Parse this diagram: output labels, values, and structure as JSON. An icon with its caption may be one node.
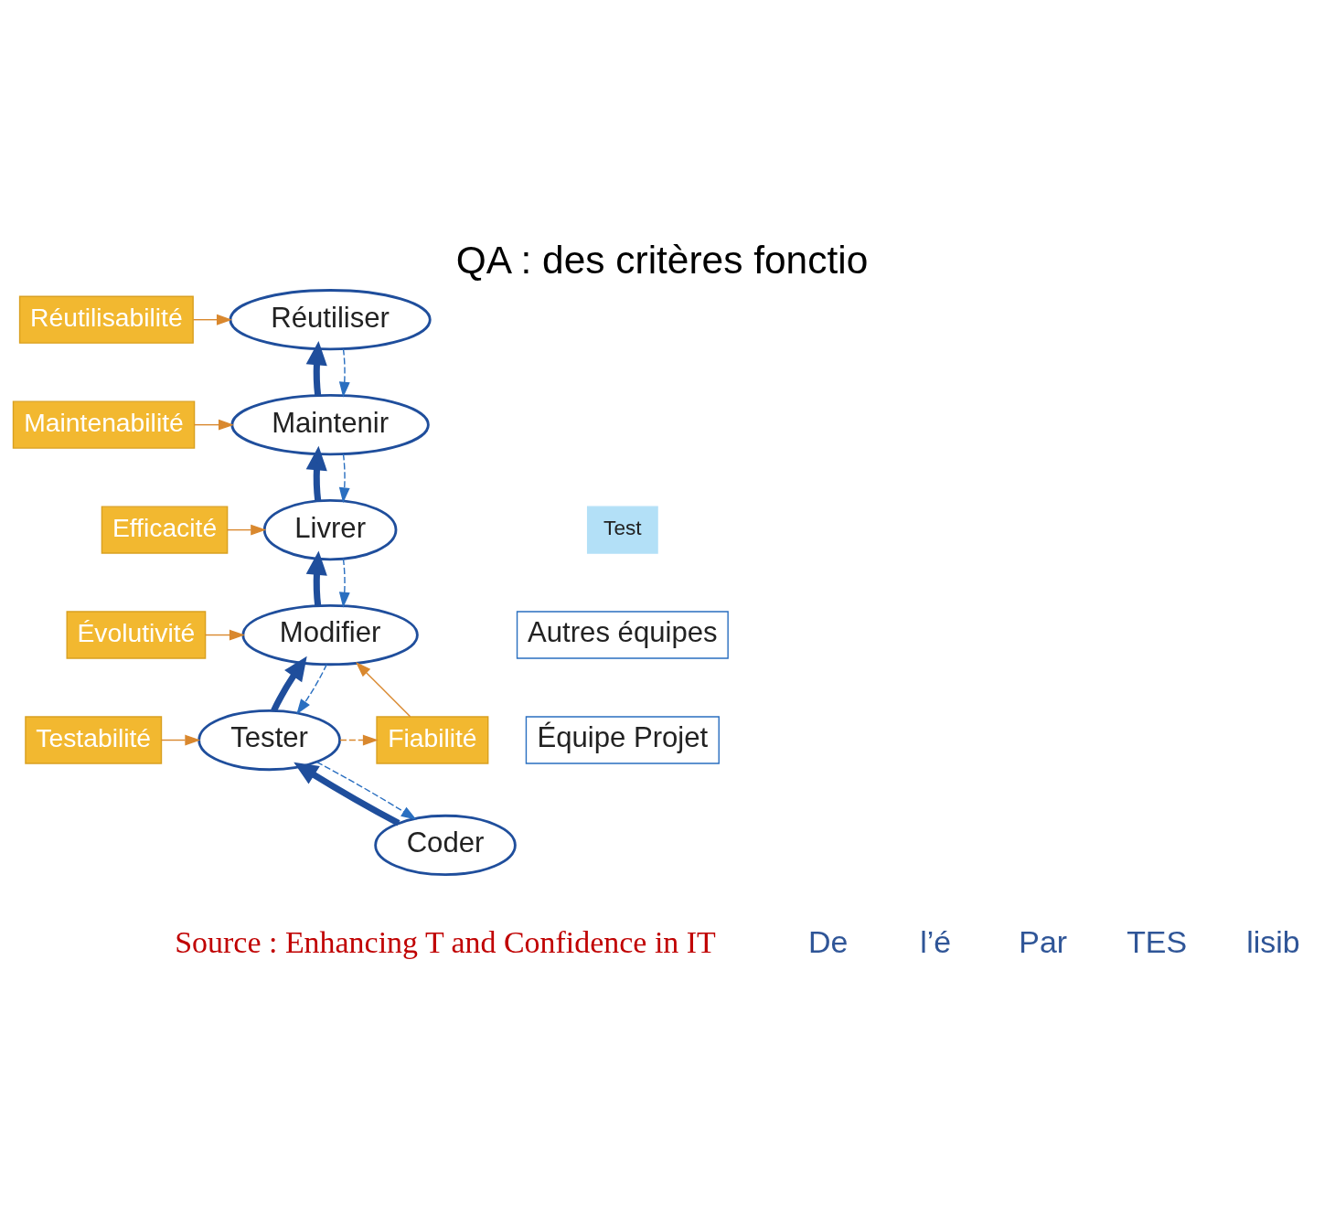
{
  "diagram": {
    "title": "QA : des critères fonctio",
    "caption": "Source : Enhancing T and Confidence in IT",
    "nodes": [
      {
        "text": [
          "Coder"
        ]
      },
      {
        "text": [
          "Tester"
        ]
      },
      {
        "text": [
          "Modifier"
        ]
      },
      {
        "text": [
          "Livrer"
        ]
      },
      {
        "text": [
          "Maintenir"
        ]
      },
      {
        "text": [
          "Réutiliser"
        ]
      },
      {
        "text": [
          "Testabilité"
        ]
      },
      {
        "text": [
          "Fiabilité"
        ]
      },
      {
        "text": [
          "Évolutivité"
        ]
      },
      {
        "text": [
          "Efficacité"
        ]
      },
      {
        "text": [
          "Maintenabilité"
        ]
      },
      {
        "text": [
          "Réutilisabilité"
        ]
      },
      {
        "text": [
          "Autres équipes"
        ]
      },
      {
        "text": [
          "Équipe Projet"
        ]
      },
      {
        "text": [
          "Test"
        ]
      }
    ],
    "edges": [
      {
        "from": 0,
        "to": 1,
        "arrow": "to",
        "style": "thick",
        "color": "#1f4e9c"
      },
      {
        "from": 1,
        "to": 2,
        "arrow": "to",
        "style": "thick",
        "color": "#1f4e9c"
      },
      {
        "from": 2,
        "to": 3,
        "arrow": "to",
        "style": "thick",
        "color": "#1f4e9c"
      },
      {
        "from": 3,
        "to": 4,
        "arrow": "to",
        "style": "thick",
        "color": "#1f4e9c"
      },
      {
        "from": 4,
        "to": 5,
        "arrow": "to",
        "style": "thick",
        "color": "#1f4e9c"
      },
      {
        "from": 5,
        "to": 4,
        "arrow": "to",
        "style": "dashed",
        "color": "#2a6fc0"
      },
      {
        "from": 4,
        "to": 3,
        "arrow": "to",
        "style": "dashed",
        "color": "#2a6fc0"
      },
      {
        "from": 3,
        "to": 2,
        "arrow": "to",
        "style": "dashed",
        "color": "#2a6fc0"
      },
      {
        "from": 2,
        "to": 1,
        "arrow": "to",
        "style": "dashed",
        "color": "#2a6fc0"
      },
      {
        "from": 1,
        "to": 0,
        "arrow": "to",
        "style": "dashed",
        "color": "#2a6fc0"
      },
      {
        "from": 6,
        "to": 1,
        "arrow": "to",
        "color": "#d9882e"
      },
      {
        "from": 7,
        "to": 2,
        "arrow": "to",
        "color": "#d9882e"
      },
      {
        "from": 8,
        "to": 2,
        "arrow": "to",
        "color": "#d9882e"
      },
      {
        "from": 9,
        "to": 3,
        "arrow": "to",
        "color": "#d9882e"
      },
      {
        "from": 10,
        "to": 4,
        "arrow": "to",
        "color": "#d9882e"
      },
      {
        "from": 11,
        "to": 5,
        "arrow": "to",
        "color": "#d9882e"
      },
      {
        "from": 1,
        "to": 7,
        "arrow": "to",
        "style": "dashed",
        "color": "#d9882e"
      }
    ],
    "labels": [
      "De",
      "l’é",
      "Par",
      "TES",
      "lisib"
    ]
  }
}
